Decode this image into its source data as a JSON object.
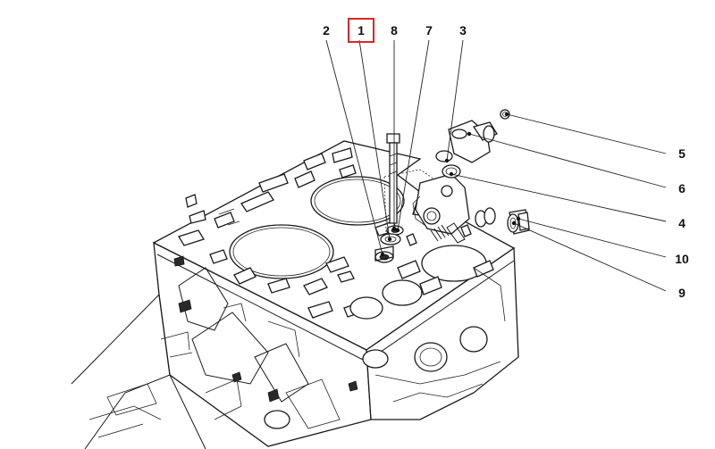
{
  "diagram": {
    "highlight_color": "#d62828",
    "line_color": "#1a1a1a",
    "background": "#ffffff",
    "highlighted_callout": "1",
    "callouts": [
      {
        "id": "2",
        "label": "2"
      },
      {
        "id": "1",
        "label": "1"
      },
      {
        "id": "8",
        "label": "8"
      },
      {
        "id": "7",
        "label": "7"
      },
      {
        "id": "3",
        "label": "3"
      },
      {
        "id": "5",
        "label": "5"
      },
      {
        "id": "6",
        "label": "6"
      },
      {
        "id": "4",
        "label": "4"
      },
      {
        "id": "10",
        "label": "10"
      },
      {
        "id": "9",
        "label": "9"
      }
    ]
  }
}
